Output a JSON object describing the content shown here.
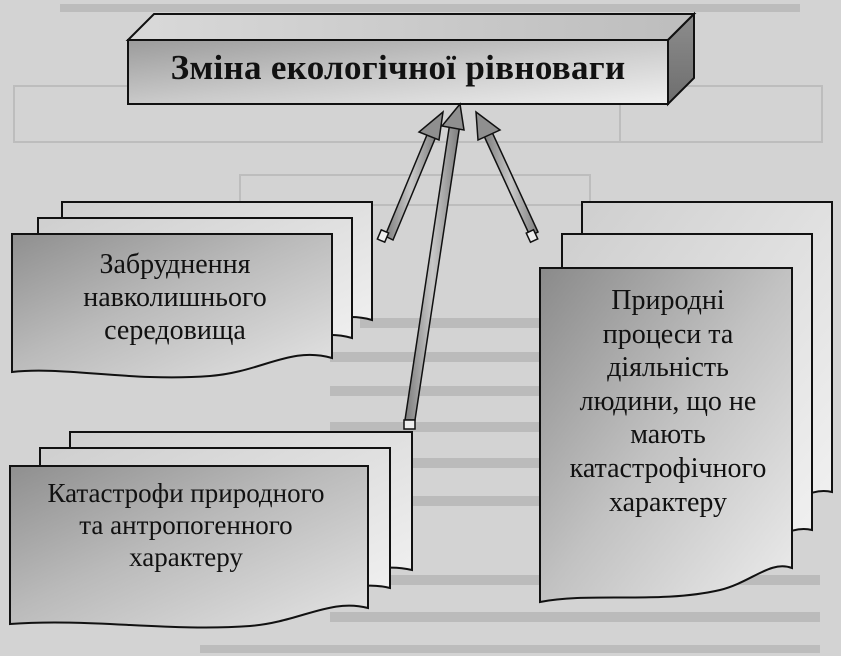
{
  "diagram": {
    "title": "Зміна екологічної рівноваги",
    "nodes": [
      {
        "id": "pollution",
        "text": "Забруднення\nнавколишнього\nсередовища"
      },
      {
        "id": "catastrophes",
        "text": "Катастрофи природного\nта антропогенного\nхарактеру"
      },
      {
        "id": "natural",
        "text": "Природні\nпроцеси та\nдіяльність\nлюдини, що не\nмають\nкатастрофічного\nхарактеру"
      }
    ],
    "edges": [
      {
        "from": "pollution",
        "to": "title"
      },
      {
        "from": "catastrophes",
        "to": "title"
      },
      {
        "from": "natural",
        "to": "title"
      }
    ]
  }
}
